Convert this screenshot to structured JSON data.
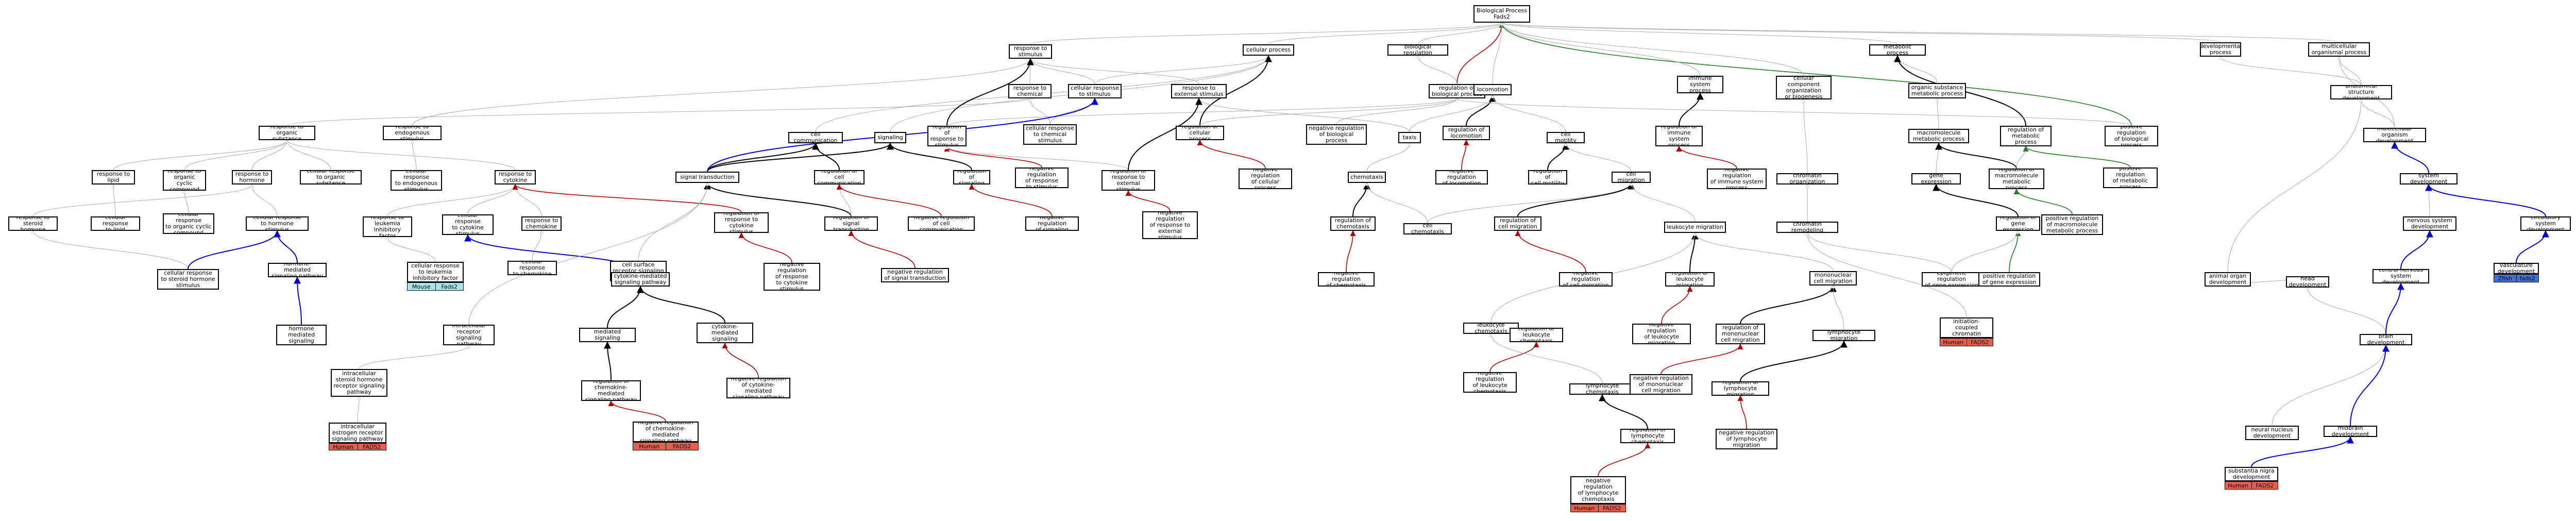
{
  "nodes": [
    {
      "id": "bp",
      "label": "Biological Process\nFads2"
    },
    {
      "id": "rts",
      "label": "response to\nstimulus"
    },
    {
      "id": "cp",
      "label": "cellular process"
    },
    {
      "id": "breg",
      "label": "biological regulation"
    },
    {
      "id": "ms",
      "label": "metabolic process"
    },
    {
      "id": "devp",
      "label": "developmental\nprocess"
    },
    {
      "id": "mop",
      "label": "multicellular\norganismal process"
    },
    {
      "id": "rchem",
      "label": "response to\nchemical"
    },
    {
      "id": "crts",
      "label": "cellular response\nto stimulus"
    },
    {
      "id": "res",
      "label": "response to\nexternal stimulus"
    },
    {
      "id": "rbp",
      "label": "regulation of\nbiological process"
    },
    {
      "id": "loco",
      "label": "locomotion"
    },
    {
      "id": "isp",
      "label": "immune system\nprocess"
    },
    {
      "id": "ccob",
      "label": "cellular component\norganization\nor biogenesis"
    },
    {
      "id": "osmp",
      "label": "organic substance\nmetabolic process"
    },
    {
      "id": "asd",
      "label": "anatomical structure\ndevelopment"
    },
    {
      "id": "ros",
      "label": "response to\norganic substance"
    },
    {
      "id": "res2",
      "label": "response to\nendogenous stimulus"
    },
    {
      "id": "cc",
      "label": "cell communication"
    },
    {
      "id": "sig",
      "label": "signaling"
    },
    {
      "id": "rrs",
      "label": "regulation of\nresponse to\nstimulus"
    },
    {
      "id": "crcs",
      "label": "cellular response\nto chemical\nstimulus"
    },
    {
      "id": "rcp",
      "label": "regulation of\ncellular process"
    },
    {
      "id": "nrbp",
      "label": "negative regulation\nof biological\nprocess"
    },
    {
      "id": "taxis",
      "label": "taxis"
    },
    {
      "id": "rloco",
      "label": "regulation of\nlocomotion"
    },
    {
      "id": "cmot",
      "label": "cell motility"
    },
    {
      "id": "rirp",
      "label": "regulation of\nimmune system\nprocess"
    },
    {
      "id": "mmp",
      "label": "macromolecule\nmetabolic process"
    },
    {
      "id": "rmp",
      "label": "regulation of\nmetabolic process"
    },
    {
      "id": "prbp",
      "label": "positive regulation\nof biological\nprocess"
    },
    {
      "id": "mod",
      "label": "multicellular\norganism development"
    },
    {
      "id": "rlipid",
      "label": "response to\nlipid"
    },
    {
      "id": "rocc",
      "label": "response to\norganic cyclic\ncompound"
    },
    {
      "id": "rhorm",
      "label": "response to\nhormone"
    },
    {
      "id": "cros",
      "label": "cellular response\nto organic substance"
    },
    {
      "id": "cres",
      "label": "cellular response\nto endogenous\nstimulus"
    },
    {
      "id": "rcyt",
      "label": "response to\ncytokine"
    },
    {
      "id": "st",
      "label": "signal transduction"
    },
    {
      "id": "rcc",
      "label": "regulation of\ncell communication"
    },
    {
      "id": "rsig",
      "label": "regulation of\nsignaling"
    },
    {
      "id": "rrts",
      "label": "negative regulation\nof response\nto stimulus"
    },
    {
      "id": "rres",
      "label": "regulation of\nresponse to\nexternal stimulus"
    },
    {
      "id": "nrcp",
      "label": "negative regulation\nof cellular\nprocess"
    },
    {
      "id": "chemo",
      "label": "chemotaxis"
    },
    {
      "id": "nrloco",
      "label": "negative regulation\nof locomotion"
    },
    {
      "id": "rcm",
      "label": "regulation of\ncell motility"
    },
    {
      "id": "cmig",
      "label": "cell migration"
    },
    {
      "id": "nrirp",
      "label": "negative regulation\nof immune system\nprocess"
    },
    {
      "id": "co",
      "label": "chromatin organization"
    },
    {
      "id": "ge",
      "label": "gene expression"
    },
    {
      "id": "rmmp",
      "label": "regulation of\nmacromolecule\nmetabolic process"
    },
    {
      "id": "prmp",
      "label": "positive regulation\nof metabolic\nprocess"
    },
    {
      "id": "sysd",
      "label": "system development"
    },
    {
      "id": "rsh",
      "label": "response to\nsteroid hormone"
    },
    {
      "id": "crl",
      "label": "cellular response\nto lipid"
    },
    {
      "id": "crocc",
      "label": "cellular response\nto organic cyclic\ncompound"
    },
    {
      "id": "crh",
      "label": "cellular response\nto hormone stimulus"
    },
    {
      "id": "rlif",
      "label": "response to\nleukemia inhibitory\nfactor"
    },
    {
      "id": "crcyt",
      "label": "cellular response\nto cytokine\nstimulus"
    },
    {
      "id": "rchemok",
      "label": "response to\nchemokine"
    },
    {
      "id": "rrcyt",
      "label": "regulation of\nresponse to\ncytokine stimulus"
    },
    {
      "id": "rst",
      "label": "regulation of\nsignal transduction"
    },
    {
      "id": "nrcc",
      "label": "negative regulation\nof cell communication"
    },
    {
      "id": "nrsig",
      "label": "negative regulation\nof signaling"
    },
    {
      "id": "nrres",
      "label": "negative regulation\nof response to\nexternal\nstimulus"
    },
    {
      "id": "rchemo",
      "label": "regulation of\nchemotaxis"
    },
    {
      "id": "cchemo",
      "label": "cell chemotaxis"
    },
    {
      "id": "rcmig",
      "label": "regulation of\ncell migration"
    },
    {
      "id": "lmig",
      "label": "leukocyte migration"
    },
    {
      "id": "chrem",
      "label": "chromatin remodeling"
    },
    {
      "id": "rge",
      "label": "regulation of\ngene expression"
    },
    {
      "id": "prmmp",
      "label": "positive regulation\nof macromolecule\nmetabolic process"
    },
    {
      "id": "nsd",
      "label": "nervous system\ndevelopment"
    },
    {
      "id": "circ",
      "label": "circulatory\nsystem development"
    },
    {
      "id": "csrs",
      "label": "cell surface\nreceptor signaling\npathway"
    },
    {
      "id": "crlif",
      "label": "cellular response\nto leukemia\ninhibitory factor"
    },
    {
      "id": "crchemok",
      "label": "cellular response\nto chemokine"
    },
    {
      "id": "hmsp",
      "label": "hormone-mediated\nsignaling pathway"
    },
    {
      "id": "crsh",
      "label": "cellular response\nto steroid hormone\nstimulus"
    },
    {
      "id": "cmsp",
      "label": "cytokine-mediated\nsignaling pathway"
    },
    {
      "id": "nrrcyt",
      "label": "negative regulation\nof response\nto cytokine\nstimulus"
    },
    {
      "id": "nrst",
      "label": "negative regulation\nof signal transduction"
    },
    {
      "id": "nrchemo",
      "label": "negative regulation\nof chemotaxis"
    },
    {
      "id": "nrcmig",
      "label": "negative regulation\nof cell migration"
    },
    {
      "id": "rlmig",
      "label": "regulation of\nleukocyte migration"
    },
    {
      "id": "monomig",
      "label": "mononuclear\ncell migration"
    },
    {
      "id": "egr",
      "label": "epigenetic regulation\nof gene expression"
    },
    {
      "id": "prge",
      "label": "positive regulation\nof gene expression"
    },
    {
      "id": "aod",
      "label": "animal organ\ndevelopment"
    },
    {
      "id": "hd",
      "label": "head development"
    },
    {
      "id": "cnsd",
      "label": "central nervous\nsystem development"
    },
    {
      "id": "vasc",
      "label": "vasculature\ndevelopment"
    },
    {
      "id": "shmsp",
      "label": "steroid hormone\nmediated signaling\npathway"
    },
    {
      "id": "irsp",
      "label": "intracellular\nreceptor signaling\npathway"
    },
    {
      "id": "chemsp",
      "label": "chemokine-mediated\nsignaling pathway"
    },
    {
      "id": "rcmsp",
      "label": "regulation of\ncytokine-mediated\nsignaling pathway"
    },
    {
      "id": "lchemo",
      "label": "leukocyte chemotaxis"
    },
    {
      "id": "rlchemo",
      "label": "regulation of\nleukocyte chemotaxis"
    },
    {
      "id": "nrlmig",
      "label": "negative regulation\nof leukocyte\nmigration"
    },
    {
      "id": "rmcm",
      "label": "regulation of\nmononuclear\ncell migration"
    },
    {
      "id": "lymig",
      "label": "lymphocyte migration"
    },
    {
      "id": "ticr",
      "label": "transcription\ninitiation-coupled\nchromatin remodeling"
    },
    {
      "id": "bd",
      "label": "brain development"
    },
    {
      "id": "iesr",
      "label": "intracellular\nsteroid hormone\nreceptor signaling\npathway"
    },
    {
      "id": "rchemsp",
      "label": "regulation of\nchemokine-mediated\nsignaling pathway"
    },
    {
      "id": "nrcmsp",
      "label": "negative regulation\nof cytokine-mediated\nsignaling pathway"
    },
    {
      "id": "nrlchemo",
      "label": "negative regulation\nof leukocyte\nchemotaxis"
    },
    {
      "id": "lychemo",
      "label": "lymphocyte chemotaxis"
    },
    {
      "id": "nrmcm",
      "label": "negative regulation\nof mononuclear\ncell migration"
    },
    {
      "id": "rlymig",
      "label": "regulation of\nlymphocyte migration"
    },
    {
      "id": "nnd",
      "label": "neural nucleus\ndevelopment"
    },
    {
      "id": "mbd",
      "label": "midbrain development"
    },
    {
      "id": "iersp",
      "label": "intracellular\nestrogen receptor\nsignaling pathway"
    },
    {
      "id": "nrchemsp",
      "label": "negative regulation\nof chemokine-mediated\nsignaling pathway"
    },
    {
      "id": "rlychemo",
      "label": "regulation of\nlymphocyte chemotaxis"
    },
    {
      "id": "nrlymig",
      "label": "negative regulation\nof lymphocyte\nmigration"
    },
    {
      "id": "snd",
      "label": "substantia nigra\ndevelopment"
    },
    {
      "id": "nrlychemo",
      "label": "negative regulation\nof lymphocyte\nchemotaxis"
    }
  ],
  "annotations": [
    {
      "id": "ann_lif",
      "cells": [
        "Mouse",
        "Fads2"
      ],
      "colors": [
        "#a8e4ec",
        "#a8e4ec"
      ]
    },
    {
      "id": "ann_iersp",
      "cells": [
        "Human",
        "FADS2"
      ],
      "colors": [
        "#e8604a",
        "#e8604a"
      ]
    },
    {
      "id": "ann_nrchemsp",
      "cells": [
        "Human",
        "FADS2"
      ],
      "colors": [
        "#e8604a",
        "#e8604a"
      ]
    },
    {
      "id": "ann_ticr",
      "cells": [
        "Human",
        "FADS2"
      ],
      "colors": [
        "#e8604a",
        "#e8604a"
      ]
    },
    {
      "id": "ann_nrlychemo",
      "cells": [
        "Human",
        "FADS2"
      ],
      "colors": [
        "#e8604a",
        "#e8604a"
      ]
    },
    {
      "id": "ann_snd",
      "cells": [
        "Human",
        "FADS2"
      ],
      "colors": [
        "#e8604a",
        "#e8604a"
      ]
    },
    {
      "id": "ann_vasc",
      "cells": [
        "Zfish",
        "fads2"
      ],
      "colors": [
        "#3f6fd8",
        "#3f6fd8"
      ]
    }
  ],
  "edges": [
    [
      "rts",
      "bp",
      "grey"
    ],
    [
      "cp",
      "bp",
      "grey"
    ],
    [
      "breg",
      "bp",
      "grey"
    ],
    [
      "ms",
      "bp",
      "grey"
    ],
    [
      "devp",
      "bp",
      "grey"
    ],
    [
      "mop",
      "bp",
      "grey"
    ],
    [
      "rbp",
      "bp",
      "red"
    ],
    [
      "prbp",
      "bp",
      "green"
    ],
    [
      "rchem",
      "rts",
      "grey"
    ],
    [
      "crts",
      "rts",
      "grey"
    ],
    [
      "crts",
      "cp",
      "grey"
    ],
    [
      "res",
      "rts",
      "grey"
    ],
    [
      "rbp",
      "breg",
      "grey"
    ],
    [
      "loco",
      "bp",
      "grey"
    ],
    [
      "isp",
      "bp",
      "grey"
    ],
    [
      "ccob",
      "bp",
      "grey"
    ],
    [
      "osmp",
      "ms",
      "grey"
    ],
    [
      "asd",
      "devp",
      "grey"
    ],
    [
      "asd",
      "mop",
      "grey"
    ],
    [
      "ros",
      "rchem",
      "grey"
    ],
    [
      "res2",
      "rts",
      "grey"
    ],
    [
      "cc",
      "cp",
      "grey"
    ],
    [
      "sig",
      "cp",
      "grey"
    ],
    [
      "rrs",
      "rts",
      "black"
    ],
    [
      "rrs",
      "rbp",
      "grey"
    ],
    [
      "crcs",
      "crts",
      "grey"
    ],
    [
      "crcs",
      "rchem",
      "grey"
    ],
    [
      "rcp",
      "cp",
      "black"
    ],
    [
      "rcp",
      "rbp",
      "grey"
    ],
    [
      "nrbp",
      "rbp",
      "grey"
    ],
    [
      "taxis",
      "res",
      "grey"
    ],
    [
      "taxis",
      "loco",
      "grey"
    ],
    [
      "rloco",
      "loco",
      "black"
    ],
    [
      "cmot",
      "loco",
      "grey"
    ],
    [
      "rirp",
      "isp",
      "black"
    ],
    [
      "mmp",
      "osmp",
      "grey"
    ],
    [
      "rmp",
      "ms",
      "black"
    ],
    [
      "prbp",
      "rbp",
      "grey"
    ],
    [
      "mod",
      "mop",
      "grey"
    ],
    [
      "mod",
      "asd",
      "grey"
    ],
    [
      "rlipid",
      "ros",
      "grey"
    ],
    [
      "rocc",
      "ros",
      "grey"
    ],
    [
      "rhorm",
      "ros",
      "grey"
    ],
    [
      "cros",
      "ros",
      "grey"
    ],
    [
      "cres",
      "res2",
      "grey"
    ],
    [
      "rcyt",
      "ros",
      "grey"
    ],
    [
      "st",
      "cc",
      "black"
    ],
    [
      "st",
      "sig",
      "black"
    ],
    [
      "st",
      "crts",
      "blue"
    ],
    [
      "rcc",
      "cc",
      "black"
    ],
    [
      "rsig",
      "sig",
      "black"
    ],
    [
      "rrts",
      "rrs",
      "red"
    ],
    [
      "rres",
      "rrs",
      "grey"
    ],
    [
      "rres",
      "res",
      "black"
    ],
    [
      "nrcp",
      "rcp",
      "red"
    ],
    [
      "chemo",
      "taxis",
      "grey"
    ],
    [
      "nrloco",
      "rloco",
      "red"
    ],
    [
      "rcm",
      "cmot",
      "black"
    ],
    [
      "cmig",
      "cmot",
      "grey"
    ],
    [
      "nrirp",
      "rirp",
      "red"
    ],
    [
      "co",
      "ccob",
      "grey"
    ],
    [
      "ge",
      "mmp",
      "grey"
    ],
    [
      "rmmp",
      "mmp",
      "black"
    ],
    [
      "rmmp",
      "rmp",
      "grey"
    ],
    [
      "prmp",
      "rmp",
      "green"
    ],
    [
      "sysd",
      "mod",
      "blue"
    ],
    [
      "rsh",
      "rhorm",
      "grey"
    ],
    [
      "crl",
      "rlipid",
      "grey"
    ],
    [
      "crocc",
      "rocc",
      "grey"
    ],
    [
      "crh",
      "rhorm",
      "grey"
    ],
    [
      "rlif",
      "rcyt",
      "grey"
    ],
    [
      "crcyt",
      "rcyt",
      "grey"
    ],
    [
      "rchemok",
      "rcyt",
      "grey"
    ],
    [
      "rrcyt",
      "rcyt",
      "red"
    ],
    [
      "rst",
      "st",
      "black"
    ],
    [
      "rst",
      "rcc",
      "grey"
    ],
    [
      "nrcc",
      "rcc",
      "red"
    ],
    [
      "nrsig",
      "rsig",
      "red"
    ],
    [
      "nrres",
      "rres",
      "red"
    ],
    [
      "rchemo",
      "chemo",
      "black"
    ],
    [
      "cchemo",
      "chemo",
      "grey"
    ],
    [
      "cchemo",
      "cmig",
      "grey"
    ],
    [
      "rcmig",
      "cmig",
      "black"
    ],
    [
      "lmig",
      "cmig",
      "grey"
    ],
    [
      "chrem",
      "co",
      "grey"
    ],
    [
      "rge",
      "ge",
      "black"
    ],
    [
      "prmmp",
      "rmmp",
      "green"
    ],
    [
      "prge",
      "rge",
      "green"
    ],
    [
      "nsd",
      "sysd",
      "grey"
    ],
    [
      "circ",
      "sysd",
      "blue"
    ],
    [
      "csrs",
      "st",
      "grey"
    ],
    [
      "crlif",
      "rlif",
      "grey"
    ],
    [
      "crchemok",
      "rchemok",
      "grey"
    ],
    [
      "hmsp",
      "crh",
      "blue"
    ],
    [
      "crsh",
      "rsh",
      "grey"
    ],
    [
      "crsh",
      "crh",
      "blue"
    ],
    [
      "cmsp",
      "crcyt",
      "blue"
    ],
    [
      "cmsp",
      "csrs",
      "grey"
    ],
    [
      "nrrcyt",
      "rrcyt",
      "red"
    ],
    [
      "nrst",
      "rst",
      "red"
    ],
    [
      "nrchemo",
      "rchemo",
      "red"
    ],
    [
      "nrcmig",
      "rcmig",
      "red"
    ],
    [
      "rlmig",
      "lmig",
      "black"
    ],
    [
      "monomig",
      "lmig",
      "grey"
    ],
    [
      "egr",
      "rge",
      "grey"
    ],
    [
      "egr",
      "chrem",
      "grey"
    ],
    [
      "aod",
      "asd",
      "grey"
    ],
    [
      "hd",
      "aod",
      "grey"
    ],
    [
      "cnsd",
      "nsd",
      "blue"
    ],
    [
      "vasc",
      "circ",
      "blue"
    ],
    [
      "shmsp",
      "hmsp",
      "blue"
    ],
    [
      "irsp",
      "st",
      "grey"
    ],
    [
      "chemsp",
      "cmsp",
      "black"
    ],
    [
      "rcmsp",
      "cmsp",
      "black"
    ],
    [
      "lchemo",
      "lmig",
      "grey"
    ],
    [
      "rlchemo",
      "lchemo",
      "black"
    ],
    [
      "nrlmig",
      "rlmig",
      "red"
    ],
    [
      "rmcm",
      "monomig",
      "black"
    ],
    [
      "lymig",
      "monomig",
      "grey"
    ],
    [
      "ticr",
      "chrem",
      "grey"
    ],
    [
      "bd",
      "hd",
      "grey"
    ],
    [
      "bd",
      "cnsd",
      "blue"
    ],
    [
      "iesr",
      "irsp",
      "grey"
    ],
    [
      "rchemsp",
      "chemsp",
      "black"
    ],
    [
      "nrcmsp",
      "rcmsp",
      "red"
    ],
    [
      "nrlchemo",
      "rlchemo",
      "red"
    ],
    [
      "lychemo",
      "lchemo",
      "grey"
    ],
    [
      "nrmcm",
      "rmcm",
      "red"
    ],
    [
      "rlymig",
      "lymig",
      "black"
    ],
    [
      "nnd",
      "bd",
      "grey"
    ],
    [
      "mbd",
      "bd",
      "blue"
    ],
    [
      "iersp",
      "iesr",
      "grey"
    ],
    [
      "nrchemsp",
      "rchemsp",
      "red"
    ],
    [
      "rlychemo",
      "lychemo",
      "black"
    ],
    [
      "nrlymig",
      "rlymig",
      "red"
    ],
    [
      "snd",
      "mbd",
      "blue"
    ],
    [
      "nrlychemo",
      "rlychemo",
      "red"
    ]
  ]
}
